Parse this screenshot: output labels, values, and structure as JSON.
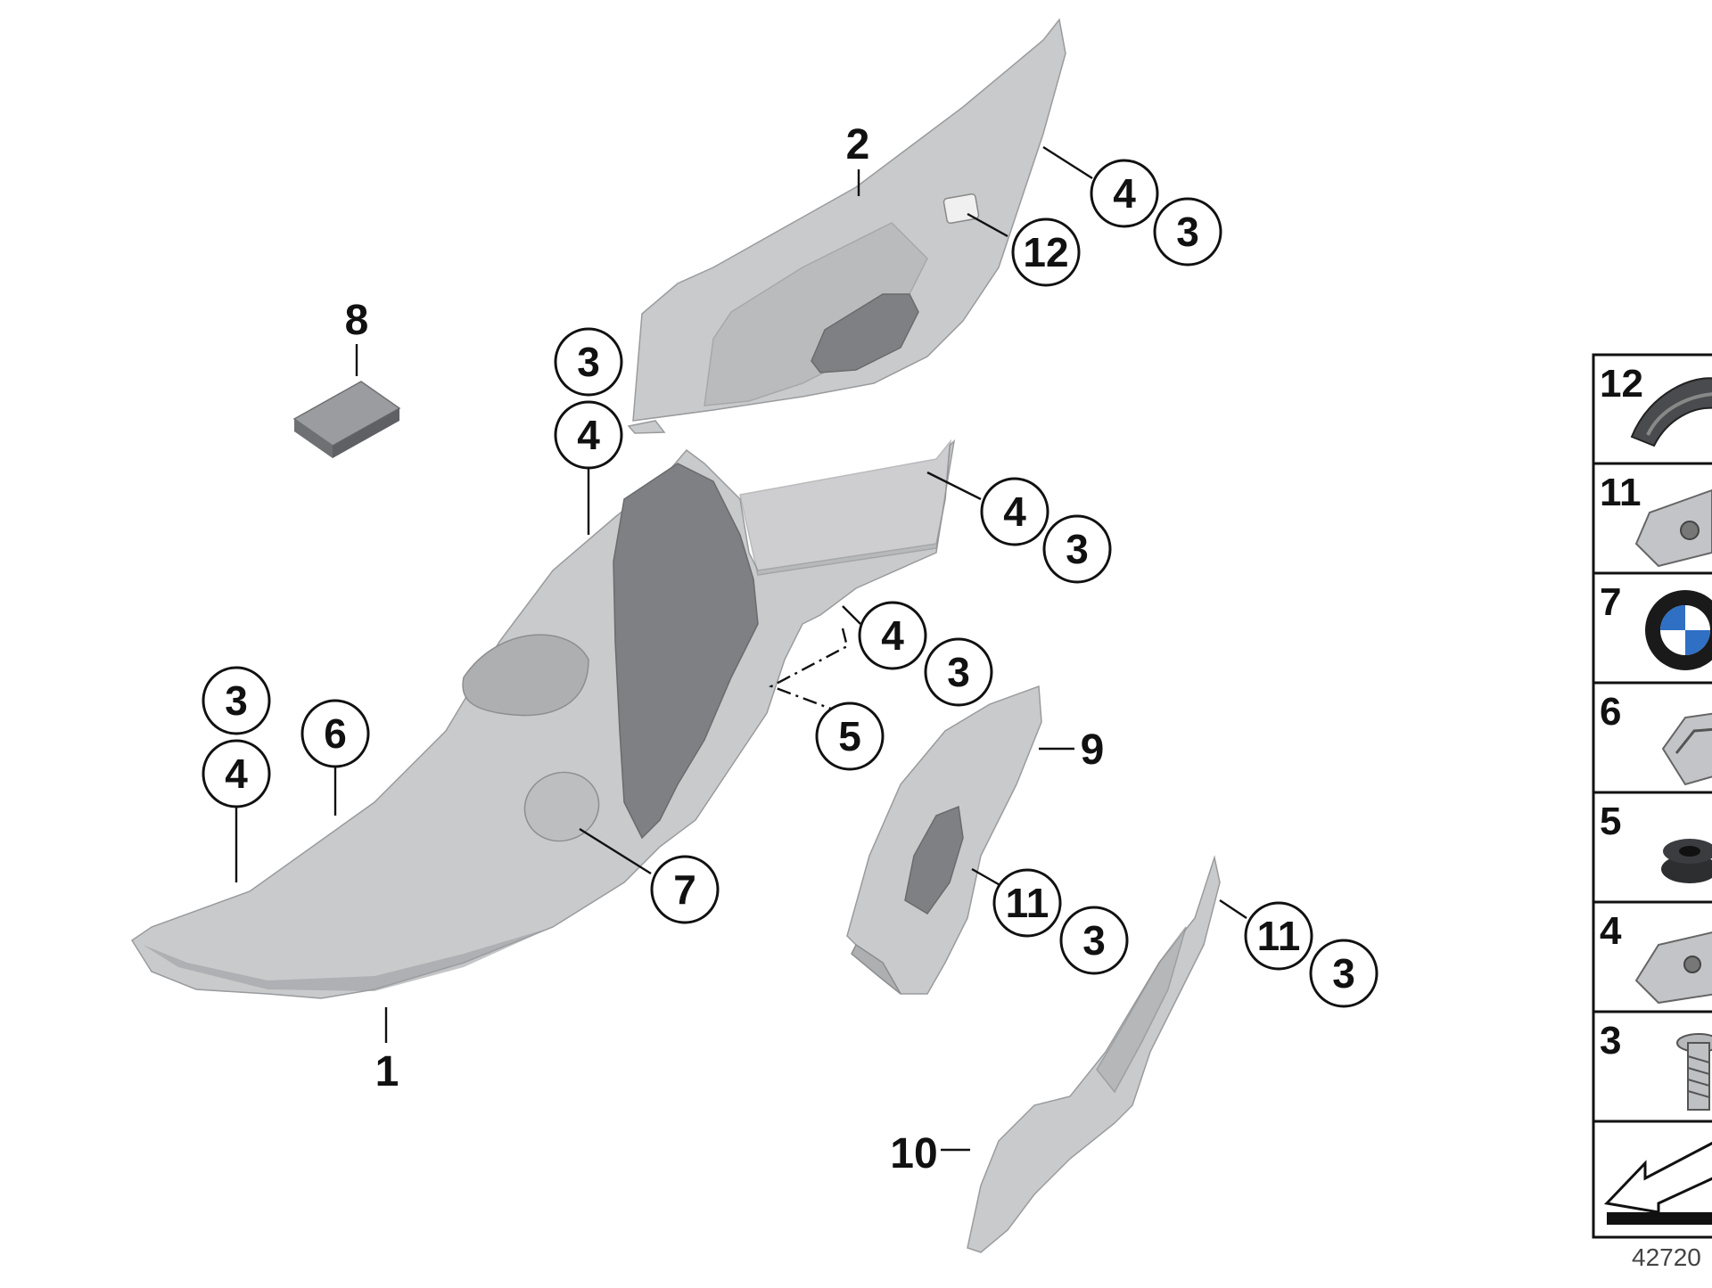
{
  "diagram": {
    "callouts_main": [
      "1",
      "2",
      "5",
      "6",
      "7",
      "8",
      "9",
      "10",
      "12"
    ],
    "callouts_three": [
      "3",
      "3",
      "3",
      "3",
      "3",
      "3",
      "3",
      "3"
    ],
    "callouts_four": [
      "4",
      "4",
      "4",
      "4",
      "4"
    ],
    "callouts_eleven": [
      "11",
      "11"
    ],
    "legend": [
      "12",
      "11",
      "7",
      "6",
      "5",
      "4",
      "3"
    ],
    "drawing_number": "42720",
    "colors": {
      "part_light": "#c9cacc",
      "part_mid": "#aeafb1",
      "part_dark": "#7f8083",
      "ink": "#111111"
    }
  }
}
